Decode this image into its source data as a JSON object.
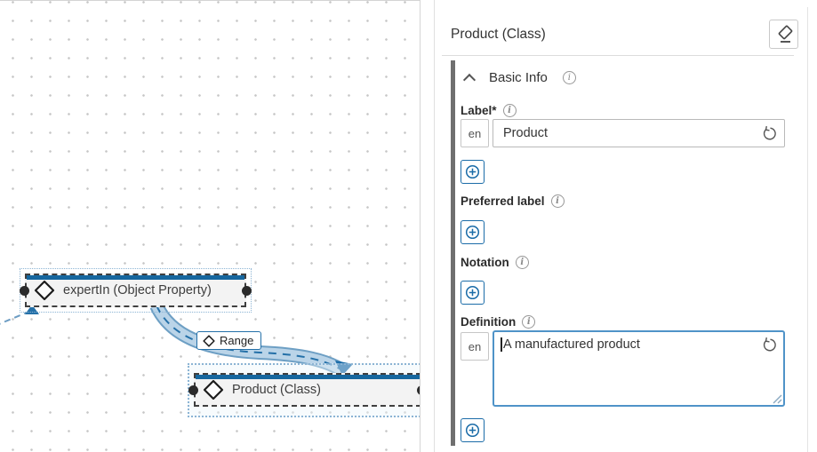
{
  "canvas": {
    "nodes": [
      {
        "label": "expertIn (Object Property)"
      },
      {
        "label": "Product (Class)"
      }
    ],
    "edge": {
      "label": "Range"
    }
  },
  "panel": {
    "title": "Product (Class)",
    "section": {
      "label": "Basic Info"
    },
    "fields": {
      "label": {
        "label": "Label*",
        "lang": "en",
        "value": "Product"
      },
      "preferred_label": {
        "label": "Preferred label"
      },
      "notation": {
        "label": "Notation"
      },
      "definition": {
        "label": "Definition",
        "lang": "en",
        "value": "A manufactured product"
      }
    }
  },
  "icons": {
    "clear": "eraser-icon",
    "collapse": "chevron-up-icon",
    "info": "info-icon",
    "revert": "revert-icon",
    "add": "circle-plus-icon",
    "node_type": "diamond-icon"
  },
  "colors": {
    "accent_blue": "#1b6ca8",
    "node_bar_blue": "#16679f",
    "edge_band_blue": "#bad4e8",
    "edge_line_blue": "#2470a8",
    "selection_dotted_blue": "#8cb4d4"
  }
}
